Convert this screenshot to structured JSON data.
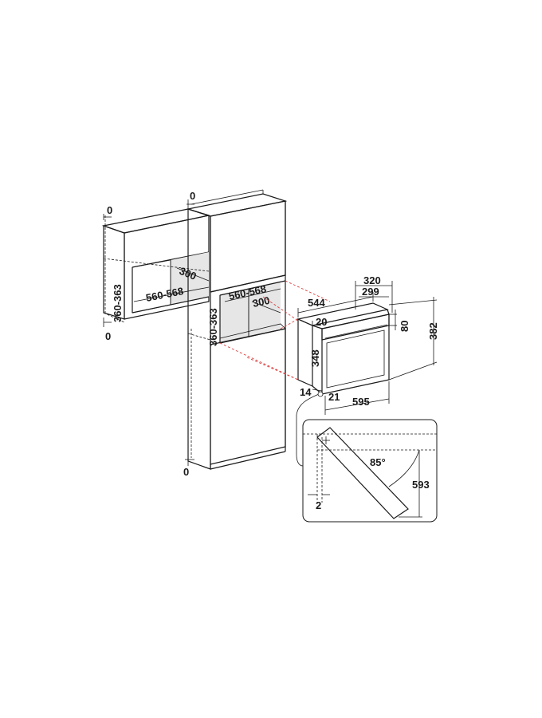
{
  "labels": {
    "wall_top_clearance": "0",
    "wall_bottom_clearance": "0",
    "wall_height": "360-363",
    "wall_width": "560-568",
    "wall_depth": "300",
    "tall_top_clearance": "0",
    "tall_bottom_clearance": "0",
    "tall_height": "360-363",
    "tall_width": "560-568",
    "tall_depth": "300",
    "oven_depth_total": "544",
    "oven_depth_outer": "320",
    "oven_depth_inner": "299",
    "oven_top_offset": "20",
    "oven_front_height": "80",
    "oven_height_total": "382",
    "oven_body_height": "348",
    "oven_side_offset": "14",
    "oven_bottom_offset": "21",
    "oven_width": "595",
    "door_gap": "2",
    "door_angle": "85°",
    "door_open_height": "593"
  },
  "colors": {
    "line": "#1a1a1a",
    "carcass_front": "#ffffff",
    "carcass_side": "#f4f4f4",
    "cavity_fill": "#e6e6e6",
    "door_fill": "#dcdcdc",
    "red_dash": "#d84040"
  },
  "icons": {
    "door_hinge": "hinge-point-icon"
  }
}
